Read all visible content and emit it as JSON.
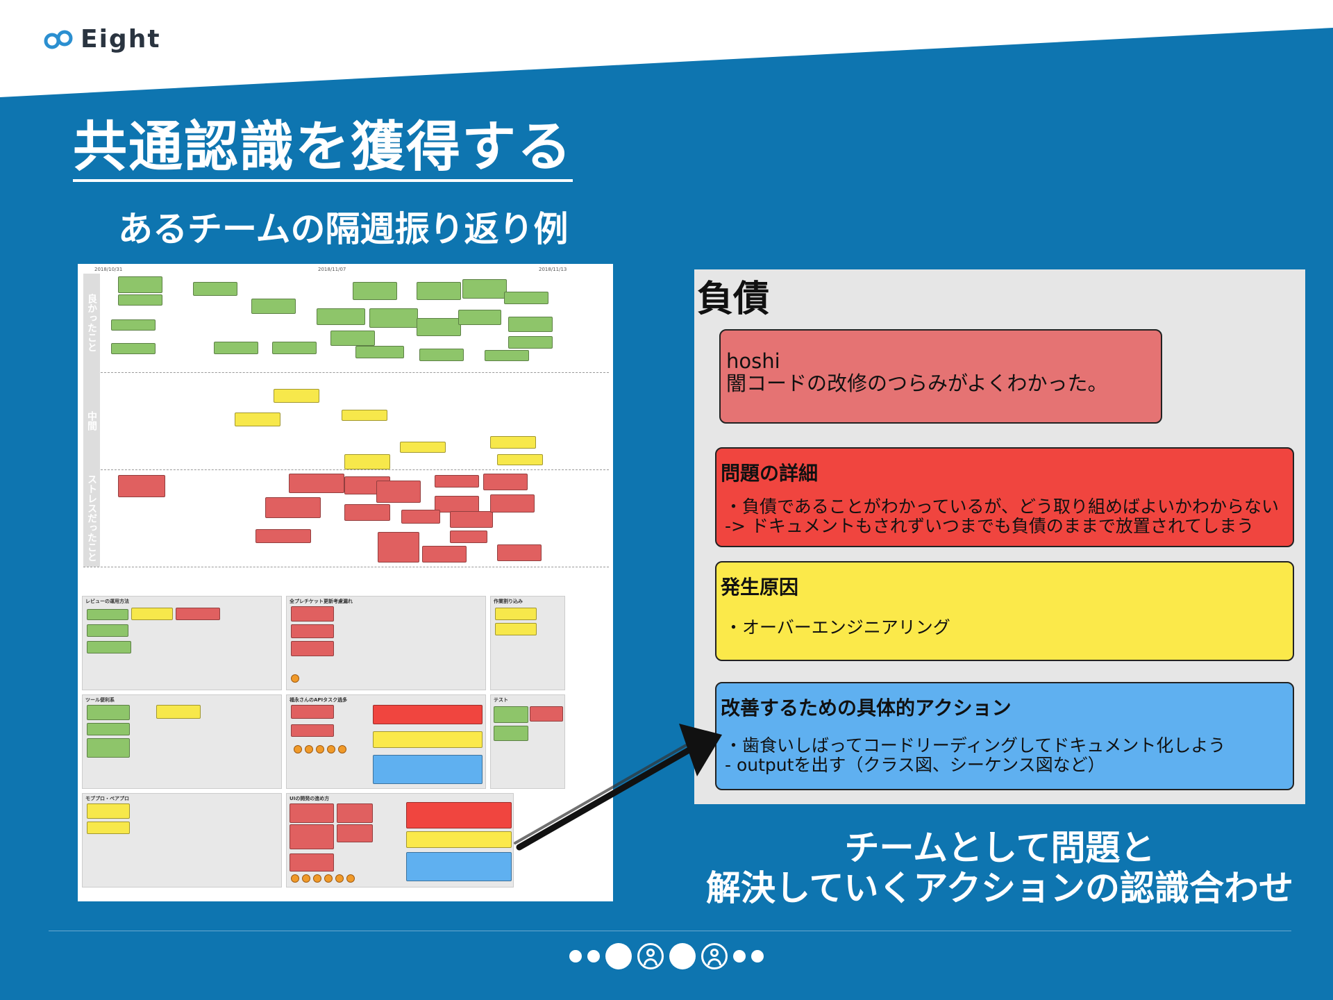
{
  "brand": {
    "name": "Eight"
  },
  "slide": {
    "title": "共通認識を獲得する",
    "subtitle": "あるチームの隔週振り返り例"
  },
  "board": {
    "dates": [
      "2018/10/31",
      "2018/11/07",
      "2018/11/13"
    ],
    "lanes": [
      "良かったこと",
      "中間",
      "ストレスだったこと"
    ],
    "panels": [
      "レビューの運用方法",
      "全プレチケット更新考慮漏れ",
      "作業割り込み",
      "ツール便利系",
      "福永さんのAPIタスク過多",
      "テスト",
      "モブプロ・ペアプロ",
      "UIの開発の進め方"
    ]
  },
  "card": {
    "title": "負債",
    "note_author": "hoshi",
    "note_text": "闇コードの改修のつらみがよくわかった。",
    "problem_heading": "問題の詳細",
    "problem_line1": "・負債であることがわかっているが、どう取り組めばよいかわからない",
    "problem_line2": "-> ドキュメントもされずいつまでも負債のままで放置されてしまう",
    "cause_heading": "発生原因",
    "cause_line1": "・オーバーエンジニアリング",
    "action_heading": "改善するための具体的アクション",
    "action_line1": "・歯食いしばってコードリーディングしてドキュメント化しよう",
    "action_line2": "- outputを出す（クラス図、シーケンス図など）"
  },
  "caption": {
    "line1": "チームとして問題と",
    "line2": "解決していくアクションの認識合わせ"
  },
  "colors": {
    "background": "#0e75b0",
    "red_note": "#e57373",
    "problem": "#f0453f",
    "cause": "#fbe94a",
    "action": "#5fb0f0"
  }
}
